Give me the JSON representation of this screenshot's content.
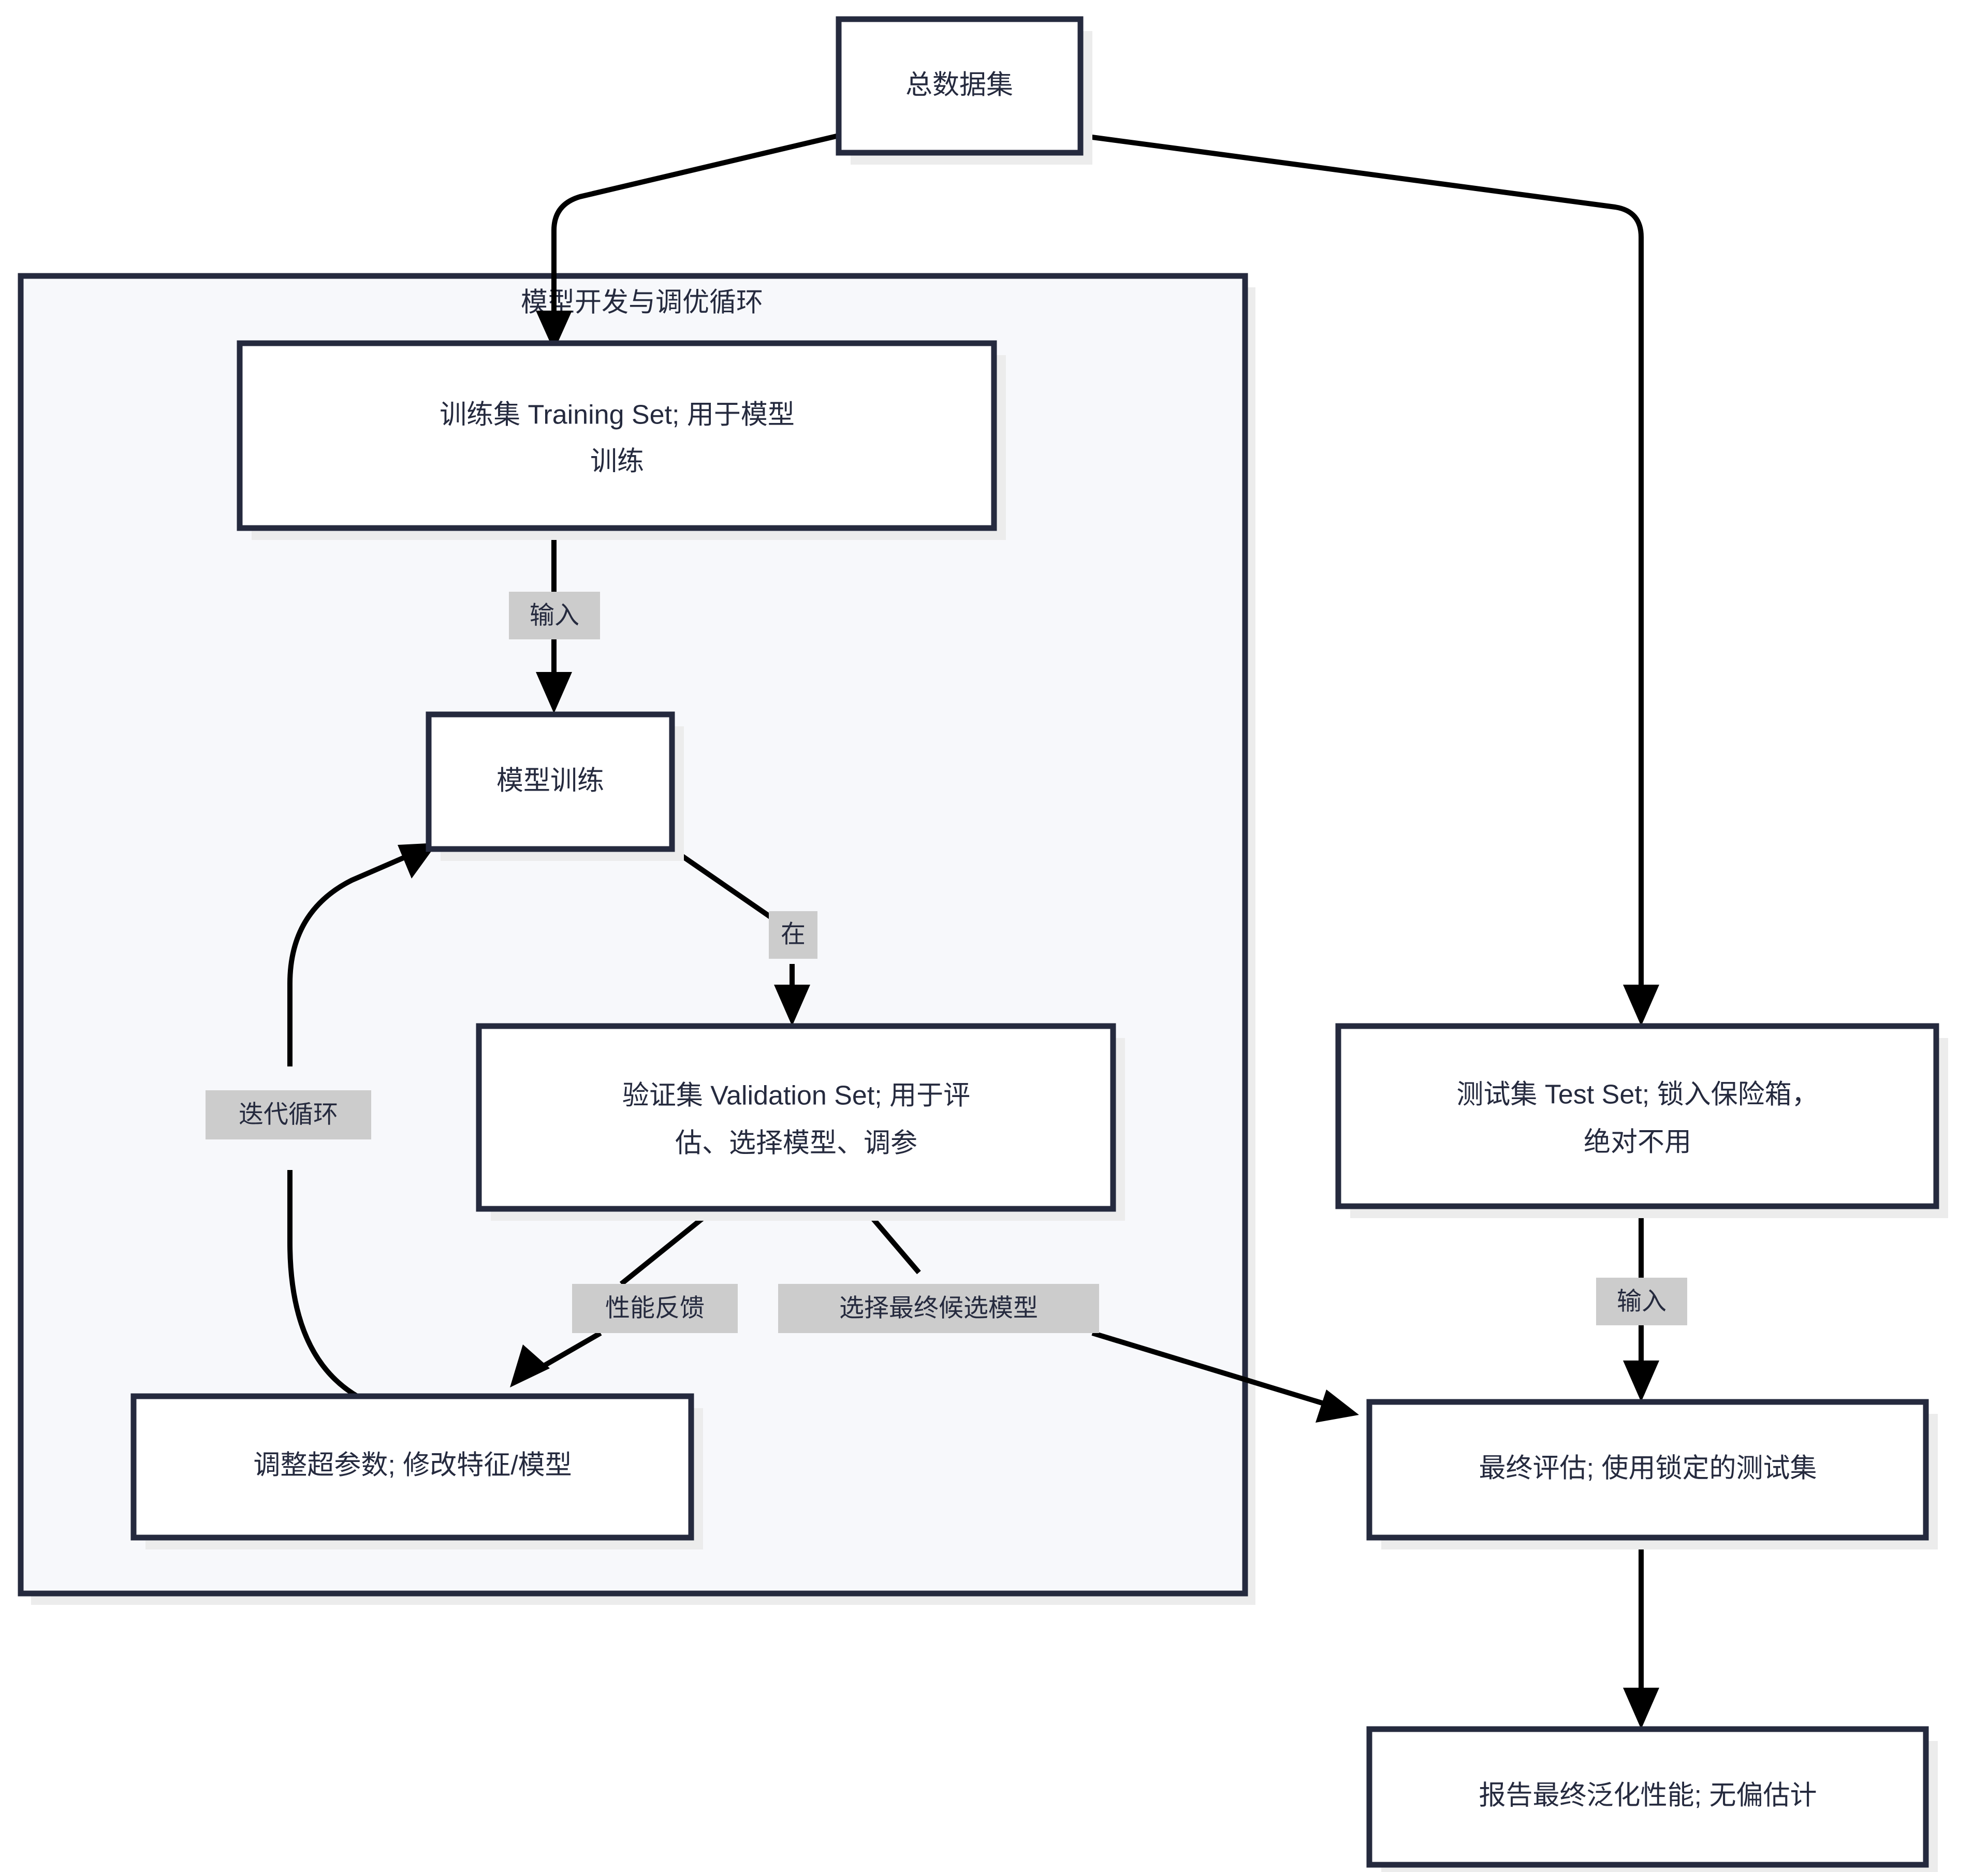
{
  "diagram": {
    "title_visible": false,
    "colors": {
      "node_border": "#252a3e",
      "node_fill": "#ffffff",
      "cluster_fill": "#f7f8fb",
      "cluster_border": "#252a3e",
      "edge_stroke": "#000000",
      "edge_label_bg": "#cccccc",
      "text": "#252a3e",
      "shadow": "#ececec",
      "page_background": "#ffffff"
    },
    "cluster": {
      "label": "模型开发与调优循环"
    },
    "nodes": {
      "dataset": {
        "label": "总数据集"
      },
      "training_set": {
        "line1": "训练集 Training Set; 用于模型",
        "line2": "训练"
      },
      "model_training": {
        "label": "模型训练"
      },
      "validation_set": {
        "line1": "验证集 Validation Set; 用于评",
        "line2": "估、选择模型、调参"
      },
      "tune": {
        "label": "调整超参数; 修改特征/模型"
      },
      "test_set": {
        "line1": "测试集 Test Set; 锁入保险箱，",
        "line2": "绝对不用"
      },
      "final_eval": {
        "label": "最终评估; 使用锁定的测试集"
      },
      "report": {
        "label": "报告最终泛化性能; 无偏估计"
      }
    },
    "edge_labels": {
      "input_to_training": "输入",
      "train_to_validation": "在",
      "validation_feedback": "性能反馈",
      "select_final_model": "选择最终候选模型",
      "iteration_loop": "迭代循环",
      "input_to_final_eval": "输入"
    }
  }
}
